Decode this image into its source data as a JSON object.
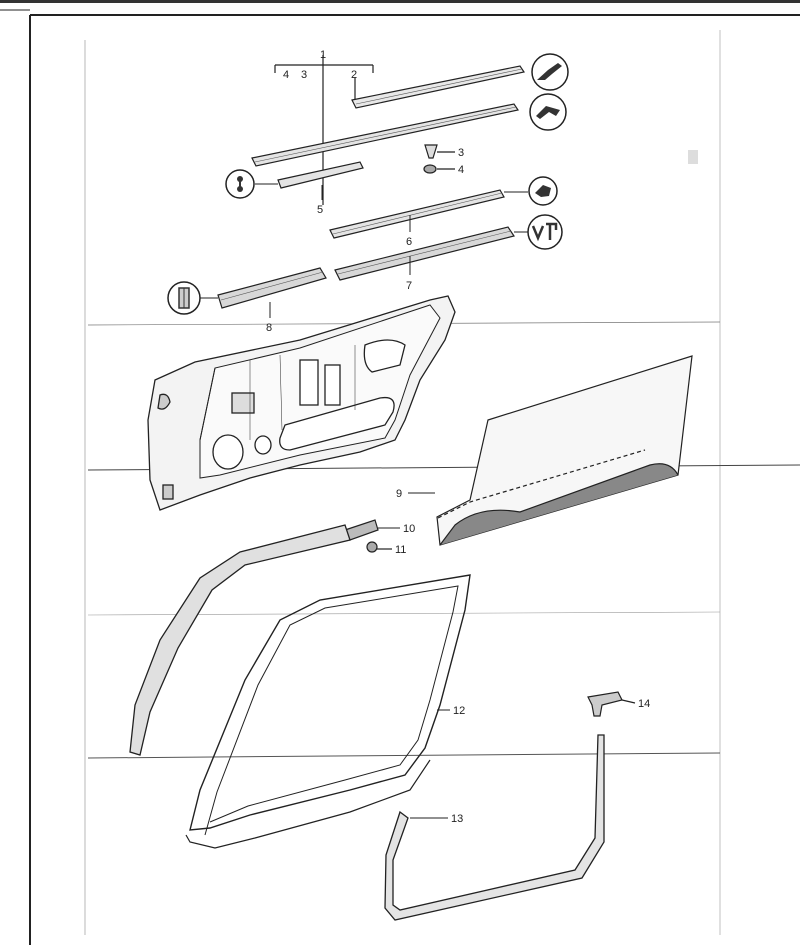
{
  "diagram": {
    "callouts": {
      "group_1": "1",
      "group_sub_4": "4",
      "group_sub_3": "3",
      "group_sub_2": "2",
      "c3": "3",
      "c4": "4",
      "c5": "5",
      "c6": "6",
      "c7": "7",
      "c8": "8",
      "c9": "9",
      "c10": "10",
      "c11": "11",
      "c12": "12",
      "c13": "13",
      "c14": "14"
    }
  }
}
